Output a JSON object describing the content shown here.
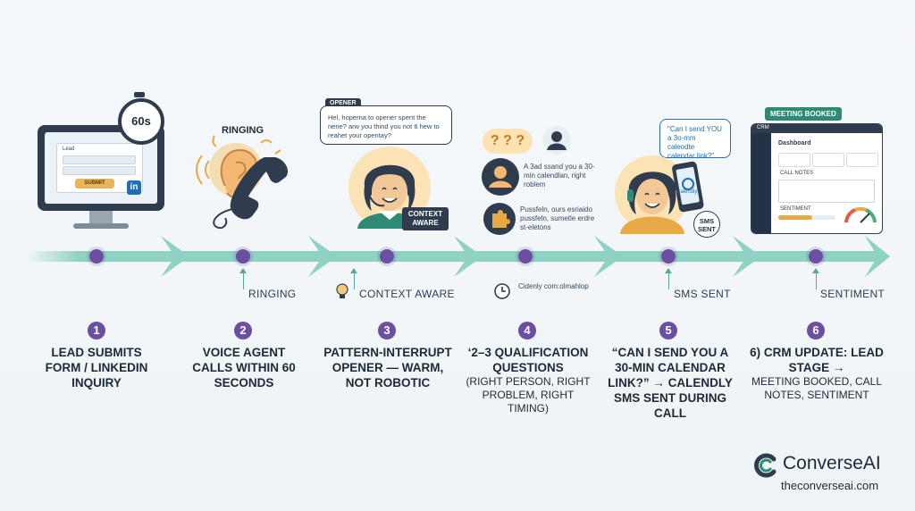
{
  "brand": {
    "name": "ConverseAI",
    "url": "theconverseai.com",
    "logo_icon": "c-logo-icon"
  },
  "colors": {
    "node": "#6b4fa0",
    "arrow": "#8fd2c4",
    "accent_orange": "#e7a945",
    "dark": "#2e3c4e"
  },
  "panel1": {
    "timer": "60s",
    "form_label": "Lead",
    "submit": "SUBMIT",
    "linkedin": "in"
  },
  "panel2": {
    "ringing": "RINGING"
  },
  "panel3": {
    "tag": "OPENER",
    "bubble": "Hel, hoperna to opener spent the nene? arw you thind you not 6 hew to reahet your opentay?",
    "badge": "CONTEXT AWARE"
  },
  "panel4": {
    "q": "?",
    "text1": "A 3ad ssand you a 30-min calendlan, right roblem",
    "text2": "Pussfeln, ours esriaido pussfeln, sumetle erdre st-eletons"
  },
  "panel5": {
    "bubble": "\"Can I send YOU a 3o-mm caleodte calendar link?\"",
    "phone": "Calendly",
    "badge": "SMS SENT"
  },
  "panel6": {
    "tag": "MEETING BOOKED",
    "title": "Dashboard",
    "nav": "CRM",
    "notes": "CALL NOTES",
    "sentiment": "SENTIMENT"
  },
  "sublabels": {
    "s2": "RINGING",
    "s3": "CONTEXT AWARE",
    "s4": "Cidenly com:olmahlop",
    "s5": "SMS SENT",
    "s6": "SENTIMENT"
  },
  "steps": [
    {
      "num": "1",
      "title": "LEAD SUBMITS FORM / LINKEDIN INQUIRY",
      "sub": ""
    },
    {
      "num": "2",
      "title": "VOICE AGENT CALLS WITHIN 60 SECONDS",
      "sub": ""
    },
    {
      "num": "3",
      "title": "PATTERN-INTERRUPT OPENER — WARM, NOT ROBOTIC",
      "sub": ""
    },
    {
      "num": "4",
      "title": "‘2–3 QUALIFICATION QUESTIONS",
      "sub": "(RIGHT PERSON, RIGHT PROBLEM, RIGHT TIMING)"
    },
    {
      "num": "5",
      "title": "“CAN I SEND YOU A 30-MIN CALENDAR LINK?” → CALENDLY SMS SENT DURING CALL",
      "sub": ""
    },
    {
      "num": "6",
      "title": "6) CRM UPDATE: LEAD STAGE →",
      "sub": "MEETING BOOKED, CALL NOTES, SENTIMENT"
    }
  ]
}
